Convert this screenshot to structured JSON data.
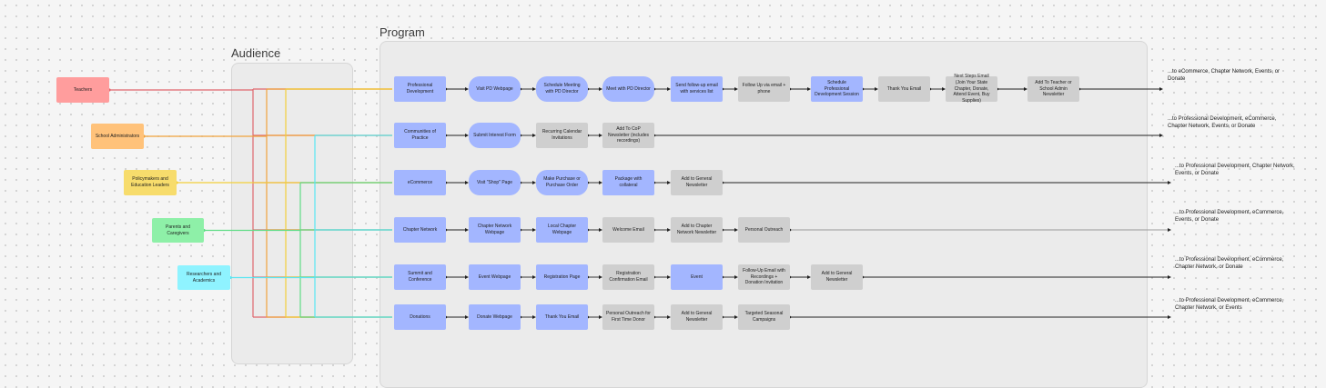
{
  "sections": {
    "audience": "Audience",
    "program": "Program"
  },
  "audiences": [
    {
      "label": "Teachers",
      "color": "#ff9d9d",
      "wire": "#e0666d"
    },
    {
      "label": "School Administrators",
      "color": "#ffc27a",
      "wire": "#f0a23c"
    },
    {
      "label": "Policymakers and Education Leaders",
      "color": "#f7dc6c",
      "wire": "#f2cf3b"
    },
    {
      "label": "Parents and Caregivers",
      "color": "#8ef0a8",
      "wire": "#5fdc86"
    },
    {
      "label": "Researchers and Academics",
      "color": "#8ff3ff",
      "wire": "#58e6f2"
    }
  ],
  "rows": [
    {
      "steps": [
        {
          "label": "Professional Development",
          "kind": "blue"
        },
        {
          "label": "Visit PD Webpage",
          "kind": "pill"
        },
        {
          "label": "Schedule Meeting with PD Director",
          "kind": "pill"
        },
        {
          "label": "Meet with PD Director",
          "kind": "pill"
        },
        {
          "label": "Send follow-up email with services list",
          "kind": "blue"
        },
        {
          "label": "Follow Up via email + phone",
          "kind": "gray"
        },
        {
          "label": "Schedule Professional Development Session",
          "kind": "blue"
        },
        {
          "label": "Thank You Email",
          "kind": "gray"
        },
        {
          "label": "Next Steps Email (Join Your State Chapter, Donate, Attend Event, Buy Supplies)",
          "kind": "gray"
        },
        {
          "label": "Add To Teacher or School Admin Newsletter",
          "kind": "gray"
        }
      ],
      "destination": "...to eCommerce, Chapter Network, Events, or Donate"
    },
    {
      "steps": [
        {
          "label": "Communities of Practice",
          "kind": "blue"
        },
        {
          "label": "Submit Interest Form",
          "kind": "pill"
        },
        {
          "label": "Recurring Calendar Invitations",
          "kind": "gray"
        },
        {
          "label": "Add To CoP Newsletter (includes recordings)",
          "kind": "gray"
        }
      ],
      "destination": "...to Professional Development, eCommerce, Chapter Network, Events, or Donate"
    },
    {
      "steps": [
        {
          "label": "eCommerce",
          "kind": "blue"
        },
        {
          "label": "Visit \"Shop\" Page",
          "kind": "pill"
        },
        {
          "label": "Make Purchase or Purchase Order",
          "kind": "pill"
        },
        {
          "label": "Package with collateral",
          "kind": "blue"
        },
        {
          "label": "Add to General Newsletter",
          "kind": "gray"
        }
      ],
      "destination": "...to Professional Development, Chapter Network, Events, or Donate"
    },
    {
      "steps": [
        {
          "label": "Chapter Network",
          "kind": "blue"
        },
        {
          "label": "Chapter Network Webpage",
          "kind": "blue"
        },
        {
          "label": "Local Chapter Webpage",
          "kind": "blue"
        },
        {
          "label": "Welcome Email",
          "kind": "gray"
        },
        {
          "label": "Add to Chapter Network Newsletter",
          "kind": "gray"
        },
        {
          "label": "Personal Outreach",
          "kind": "gray"
        }
      ],
      "destination": "...to Professional Development, eCommerce, Events, or Donate"
    },
    {
      "steps": [
        {
          "label": "Summit and Conference",
          "kind": "blue"
        },
        {
          "label": "Event Webpage",
          "kind": "blue"
        },
        {
          "label": "Registration Page",
          "kind": "blue"
        },
        {
          "label": "Registration Confirmation Email",
          "kind": "gray"
        },
        {
          "label": "Event",
          "kind": "blue"
        },
        {
          "label": "Follow-Up Email with Recordings + Donation Invitation",
          "kind": "gray"
        },
        {
          "label": "Add to General Newsletter",
          "kind": "gray"
        }
      ],
      "destination": "...to Professional Development, eCommerce, Chapter Network, or Donate"
    },
    {
      "steps": [
        {
          "label": "Donations",
          "kind": "blue"
        },
        {
          "label": "Donate Webpage",
          "kind": "blue"
        },
        {
          "label": "Thank You Email",
          "kind": "blue"
        },
        {
          "label": "Personal Outreach for First Time Donor",
          "kind": "gray"
        },
        {
          "label": "Add to General Newsletter",
          "kind": "gray"
        },
        {
          "label": "Targeted Seasonal Campaigns",
          "kind": "gray"
        }
      ],
      "destination": "...to Professional Development, eCommerce, Chapter Network, or Events"
    }
  ]
}
